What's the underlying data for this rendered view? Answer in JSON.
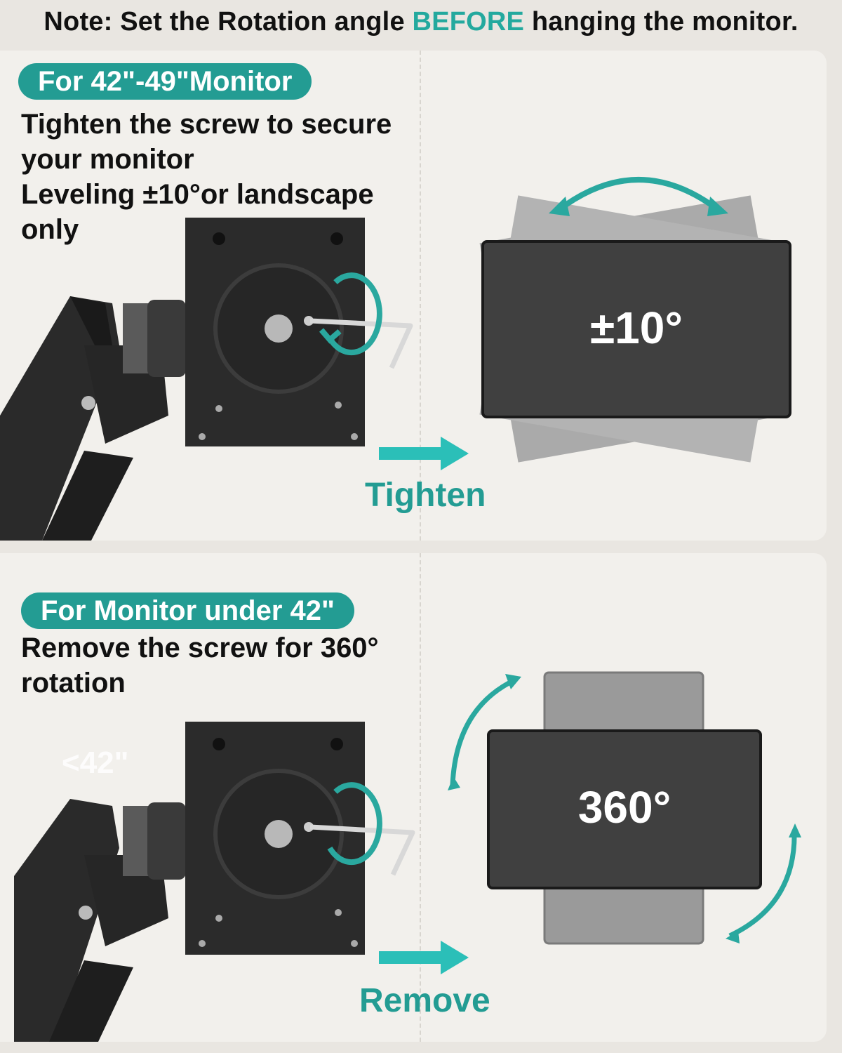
{
  "note": {
    "prefix": "Note: Set the Rotation angle ",
    "highlight": "BEFORE",
    "suffix": " hanging the monitor."
  },
  "top_section": {
    "badge": "For 42\"-49\"Monitor",
    "description_lines": [
      "Tighten the screw to secure",
      "your monitor",
      "Leveling ±10°or landscape",
      "only"
    ],
    "action": "Tighten",
    "angle": "±10°"
  },
  "bottom_section": {
    "badge": "For Monitor under 42\"",
    "description_lines": [
      "Remove the screw for 360°",
      "rotation"
    ],
    "action": "Remove",
    "angle": "360°",
    "faint_label": "<42\""
  },
  "colors": {
    "accent": "#239c93",
    "arrow": "#2bbfb8",
    "screen": "#404040",
    "ghost_screen": "#9a9a9a"
  }
}
